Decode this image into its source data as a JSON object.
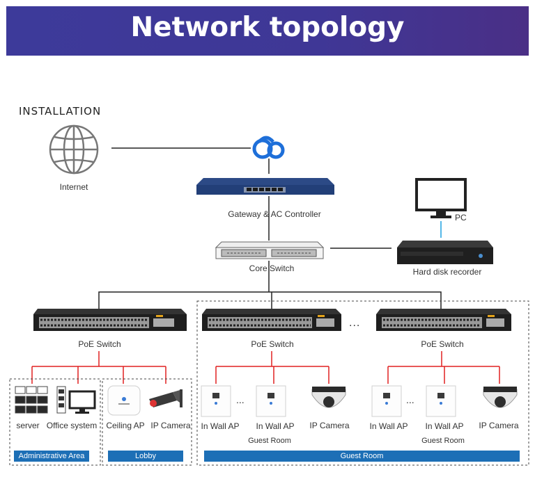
{
  "header": {
    "title": "Network topology"
  },
  "section": {
    "title": "INSTALLATION"
  },
  "devices": {
    "internet": "Internet",
    "gateway": "Gateway & AC Controller",
    "core_switch": "Core Switch",
    "pc": "PC",
    "hdr": "Hard disk recorder",
    "poe_switch": "PoE Switch",
    "server": "server",
    "office_system": "Office system",
    "ceiling_ap": "Ceiling AP",
    "ip_camera": "IP Camera",
    "in_wall_ap": "In Wall AP",
    "guest_room": "Guest Room",
    "ellipsis": "..."
  },
  "areas": {
    "admin": "Administrative Area",
    "lobby": "Lobby",
    "guest": "Guest Room"
  },
  "colors": {
    "banner": "#3d3a9a",
    "area_label": "#1d6fb6",
    "poe_links": "#e02020",
    "uplink": "#55b8e8"
  },
  "icons": [
    "globe-icon",
    "cloud-icon",
    "gateway-icon",
    "switch-icon",
    "monitor-icon",
    "recorder-icon",
    "server-icon",
    "office-system-icon",
    "ceiling-ap-icon",
    "camera-icon",
    "wall-ap-icon",
    "dome-camera-icon"
  ]
}
